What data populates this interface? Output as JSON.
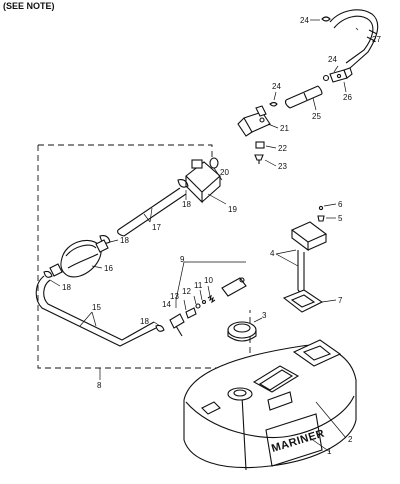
{
  "header": {
    "note": "(SEE NOTE)"
  },
  "brand": "MARINER",
  "callouts": {
    "c1": "1",
    "c2": "2",
    "c3": "3",
    "c4": "4",
    "c5": "5",
    "c6": "6",
    "c7": "7",
    "c8": "8",
    "c9": "9",
    "c10": "10",
    "c11": "11",
    "c12": "12",
    "c13": "13",
    "c14": "14",
    "c15": "15",
    "c16": "16",
    "c17": "17",
    "c18a": "18",
    "c18b": "18",
    "c18c": "18",
    "c18d": "18",
    "c19": "19",
    "c20": "20",
    "c21": "21",
    "c22": "22",
    "c23": "23",
    "c24a": "24",
    "c24b": "24",
    "c24c": "24",
    "c25": "25",
    "c26": "26",
    "c27": "27"
  }
}
